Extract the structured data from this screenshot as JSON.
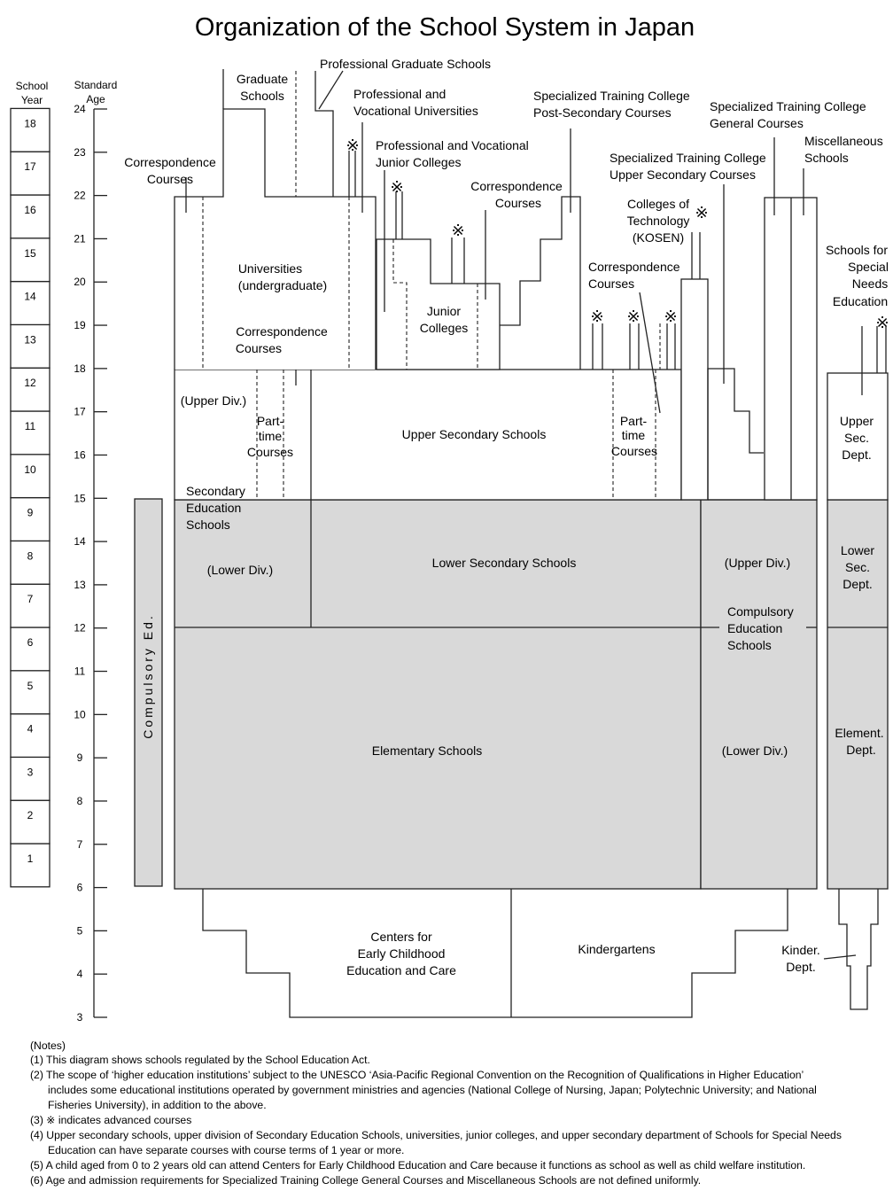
{
  "title": "Organization of the School System in Japan",
  "axes": {
    "school_year_header": [
      "School",
      "Year"
    ],
    "standard_age_header": [
      "Standard",
      "Age"
    ],
    "school_years": [
      "1",
      "2",
      "3",
      "4",
      "5",
      "6",
      "7",
      "8",
      "9",
      "10",
      "11",
      "12",
      "13",
      "14",
      "15",
      "16",
      "17",
      "18"
    ],
    "ages": [
      "3",
      "4",
      "5",
      "6",
      "7",
      "8",
      "9",
      "10",
      "11",
      "12",
      "13",
      "14",
      "15",
      "16",
      "17",
      "18",
      "19",
      "20",
      "21",
      "22",
      "23",
      "24"
    ]
  },
  "compulsory_label": "Compulsory Ed.",
  "labels": {
    "correspondence_univ": [
      "Correspondence",
      "Courses"
    ],
    "graduate_schools": [
      "Graduate",
      "Schools"
    ],
    "professional_graduate": "Professional Graduate Schools",
    "prof_voc_univ": [
      "Professional and",
      "Vocational Universities"
    ],
    "prof_voc_jc": [
      "Professional and Vocational",
      "Junior Colleges"
    ],
    "correspondence_jc": [
      "Correspondence",
      "Courses"
    ],
    "stc_post_secondary": [
      "Specialized Training College",
      "Post-Secondary Courses"
    ],
    "stc_general": [
      "Specialized Training College",
      "General Courses"
    ],
    "stc_upper_secondary": [
      "Specialized Training College",
      "Upper Secondary Courses"
    ],
    "misc_schools": [
      "Miscellaneous",
      "Schools"
    ],
    "colleges_tech": [
      "Colleges of",
      "Technology",
      "(KOSEN)"
    ],
    "correspondence_us": [
      "Correspondence",
      "Courses"
    ],
    "special_needs": [
      "Schools for",
      "Special",
      "Needs",
      "Education"
    ],
    "universities": [
      "Universities",
      "(undergraduate)"
    ],
    "correspondence_univ_inner": [
      "Correspondence",
      "Courses"
    ],
    "junior_colleges": [
      "Junior",
      "Colleges"
    ],
    "upper_div": "(Upper Div.)",
    "part_time_1": [
      "Part-",
      "time",
      "Courses"
    ],
    "upper_secondary": "Upper Secondary Schools",
    "part_time_2": [
      "Part-",
      "time",
      "Courses"
    ],
    "upper_sec_dept": [
      "Upper",
      "Sec.",
      "Dept."
    ],
    "secondary_education": [
      "Secondary",
      "Education",
      "Schools"
    ],
    "lower_div": "(Lower Div.)",
    "lower_secondary": "Lower Secondary Schools",
    "ces_upper_div": "(Upper Div.)",
    "compulsory_education_schools": [
      "Compulsory",
      "Education",
      "Schools"
    ],
    "lower_sec_dept": [
      "Lower",
      "Sec.",
      "Dept."
    ],
    "elementary": "Elementary Schools",
    "ces_lower_div": "(Lower Div.)",
    "element_dept": [
      "Element.",
      "Dept."
    ],
    "ecec": [
      "Centers for",
      "Early Childhood",
      "Education and Care"
    ],
    "kindergartens": "Kindergartens",
    "kinder_dept": [
      "Kinder.",
      "Dept."
    ],
    "asterisk": "※"
  },
  "notes": [
    "(Notes)",
    "(1) This diagram shows schools regulated by the School Education Act.",
    "(2) The scope of ‘higher education institutions’ subject to the UNESCO ‘Asia-Pacific Regional Convention on the Recognition of Qualifications in Higher Education’",
    "includes some educational institutions operated by government ministries and agencies (National College of Nursing, Japan; Polytechnic University; and National",
    "Fisheries University), in addition to the above.",
    "(3) ※ indicates advanced courses",
    "(4) Upper secondary schools, upper division of Secondary Education Schools, universities, junior colleges, and upper secondary department of Schools for Special Needs",
    "Education can have separate courses with course terms of 1 year or more.",
    "(5) A child aged from 0 to 2 years old can attend Centers for Early Childhood  Education and Care because it functions as school as well as child welfare institution.",
    "(6) Age and admission requirements for Specialized Training College General Courses and Miscellaneous  Schools are not defined uniformly."
  ]
}
